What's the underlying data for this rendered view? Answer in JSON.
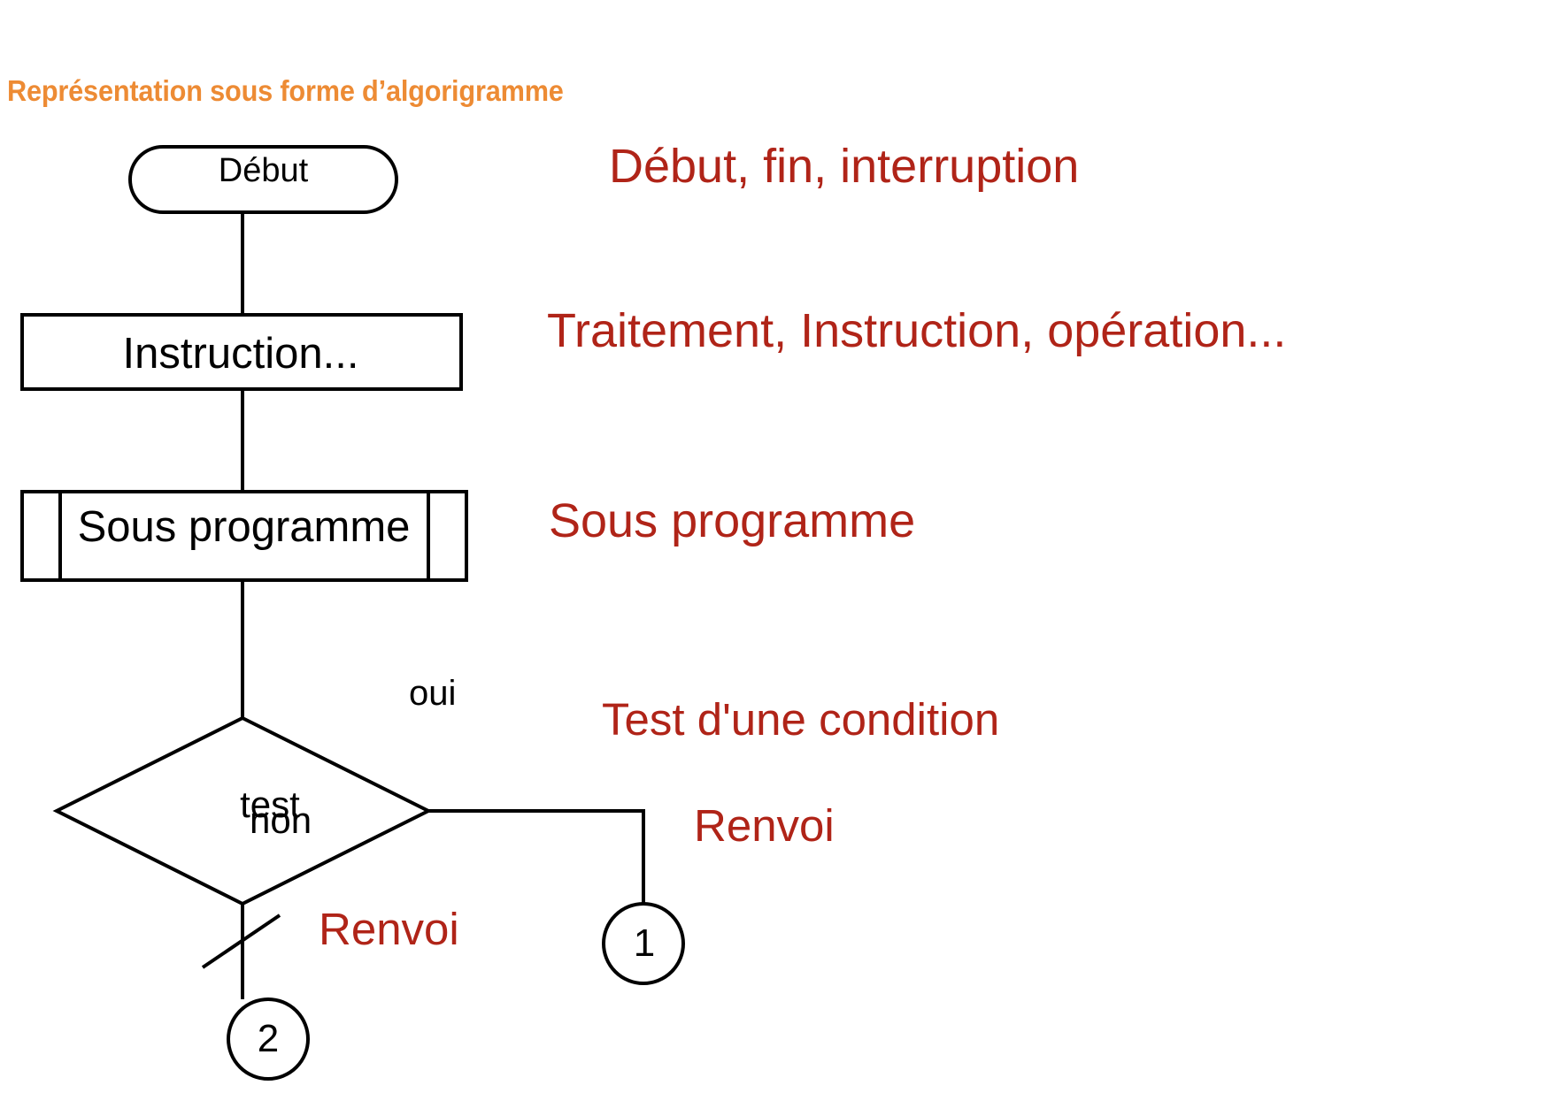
{
  "title": {
    "prefix": "Représentation sous forme d’",
    "underlined_word": "algorigramme",
    "color": "#ED8B34",
    "squiggle_color": "#CC2200"
  },
  "colors": {
    "annotation_red": "#B02418",
    "shape_stroke": "#000000",
    "background": "#FFFFFF"
  },
  "flowchart": {
    "nodes": [
      {
        "id": "debut",
        "shape": "stadium",
        "label": "Début"
      },
      {
        "id": "instruction",
        "shape": "rectangle",
        "label": "Instruction..."
      },
      {
        "id": "sousprog",
        "shape": "subroutine",
        "label": "Sous programme"
      },
      {
        "id": "test",
        "shape": "diamond",
        "label": "test"
      },
      {
        "id": "connector1",
        "shape": "circle",
        "label": "1"
      },
      {
        "id": "connector2",
        "shape": "circle",
        "label": "2"
      }
    ],
    "edge_labels": {
      "yes": "oui",
      "no": "non"
    }
  },
  "annotations": [
    {
      "for": "debut",
      "text": "Début, fin, interruption"
    },
    {
      "for": "instruction",
      "text": "Traitement, Instruction, opération..."
    },
    {
      "for": "sousprog",
      "text": "Sous programme"
    },
    {
      "for": "test",
      "text": "Test d'une condition"
    },
    {
      "for": "connector1",
      "text": "Renvoi"
    },
    {
      "for": "connector2",
      "text": "Renvoi"
    }
  ]
}
